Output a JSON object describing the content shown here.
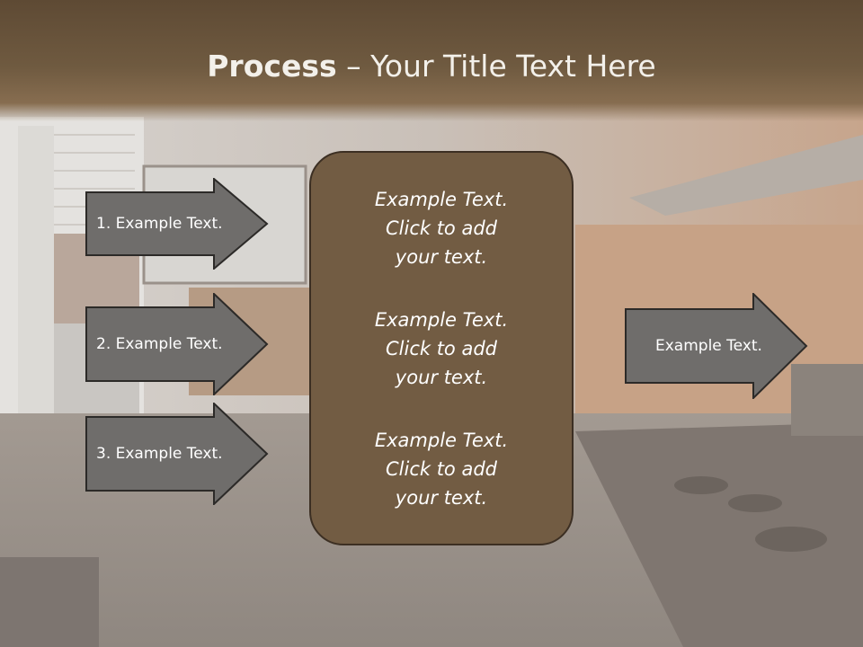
{
  "title": {
    "bold": "Process",
    "rest": " – Your Title Text Here"
  },
  "left_arrows": [
    {
      "label": "1. Example Text."
    },
    {
      "label": "2. Example Text."
    },
    {
      "label": "3. Example Text."
    }
  ],
  "center_panel": {
    "paragraphs": [
      "Example Text.\nClick  to add\nyour text.",
      "Example Text.\nClick  to add\nyour text.",
      "Example Text.\nClick  to add\nyour text."
    ]
  },
  "right_arrow": {
    "label": "Example Text."
  },
  "colors": {
    "title_band": "#6f5a40",
    "panel_fill": "#725c43",
    "panel_border": "#3c2f23",
    "arrow_fill": "#6f6d6b",
    "arrow_border": "#2c2a28",
    "text": "#ffffff"
  }
}
